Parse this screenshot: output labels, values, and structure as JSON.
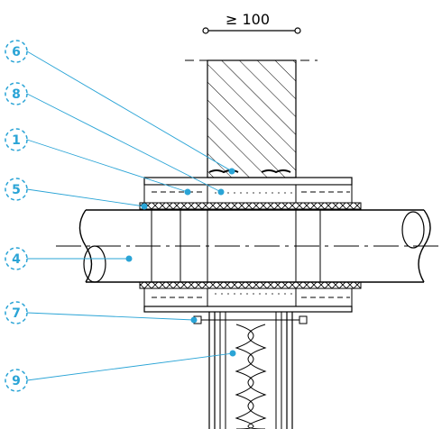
{
  "dimension": {
    "label": "≥ 100"
  },
  "callouts": [
    {
      "id": "c6",
      "label": "6"
    },
    {
      "id": "c8",
      "label": "8"
    },
    {
      "id": "c1",
      "label": "1"
    },
    {
      "id": "c5",
      "label": "5"
    },
    {
      "id": "c4",
      "label": "4"
    },
    {
      "id": "c7",
      "label": "7"
    },
    {
      "id": "c9",
      "label": "9"
    }
  ],
  "colors": {
    "callout": "#2aa4d6",
    "line": "#000000",
    "hatch": "#000000"
  }
}
